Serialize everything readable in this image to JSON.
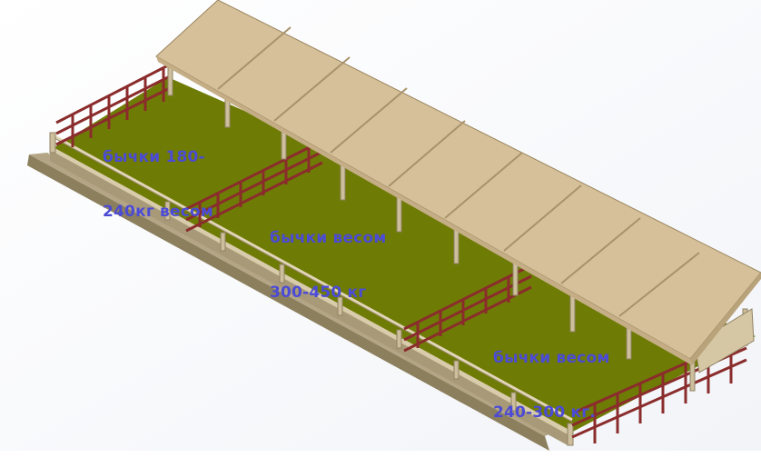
{
  "pens": [
    {
      "line1": "бычки 180-",
      "line2": "240кг весом"
    },
    {
      "line1": "бычки весом",
      "line2": "300-450 кг"
    },
    {
      "line1": "бычки весом",
      "line2": "240-300 кг."
    }
  ],
  "colors": {
    "background": "#ffffff",
    "floor": "#6e7b05",
    "curb": "#9c8f6d",
    "roof": "#d6c09a",
    "roof_seam": "#a8926b",
    "fence": "#8b2c2c",
    "post": "#cdbf9d",
    "label": "#4b4bd6"
  },
  "icons": [
    "cattle-shelter-model"
  ]
}
